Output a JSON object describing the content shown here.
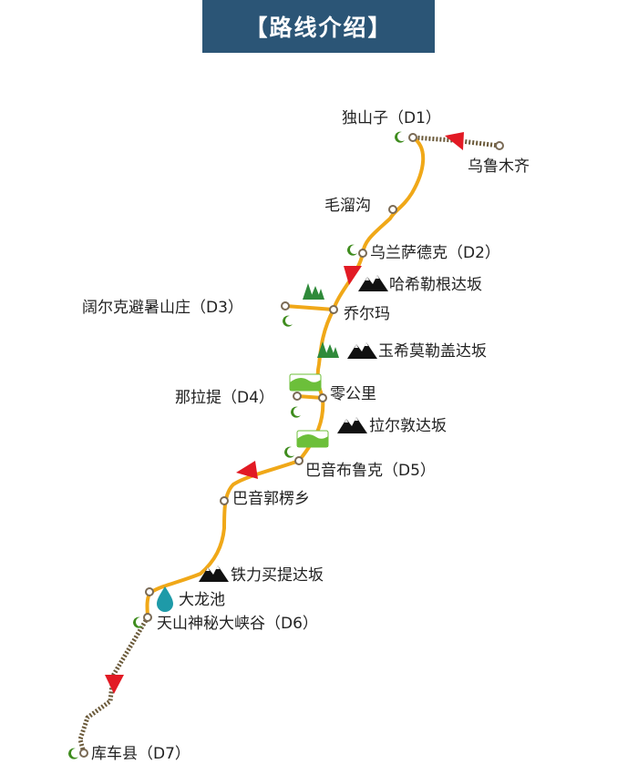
{
  "title": "【路线介绍】",
  "colors": {
    "title_bg": "#2b5576",
    "route_road": "#f0a818",
    "route_rail": "#6b5a3a",
    "arrow": "#e21a24",
    "moon": "#3f8c1e",
    "tree": "#2f8a3a",
    "meadow": "#6cbf3a",
    "mountain": "#111111",
    "lake": "#1e9aa8"
  },
  "places": [
    {
      "name": "乌鲁木齐",
      "icons": []
    },
    {
      "name": "独山子（D1）",
      "icons": [
        "moon-icon"
      ]
    },
    {
      "name": "毛溜沟",
      "icons": []
    },
    {
      "name": "乌兰萨德克（D2）",
      "icons": [
        "moon-icon"
      ]
    },
    {
      "name": "哈希勒根达坂",
      "icons": [
        "mountain-icon"
      ]
    },
    {
      "name": "阔尔克避暑山庄（D3）",
      "icons": [
        "tree-icon",
        "moon-icon"
      ]
    },
    {
      "name": "乔尔玛",
      "icons": []
    },
    {
      "name": "玉希莫勒盖达坂",
      "icons": [
        "tree-icon",
        "mountain-icon"
      ]
    },
    {
      "name": "那拉提（D4）",
      "icons": [
        "meadow-icon",
        "moon-icon"
      ]
    },
    {
      "name": "零公里",
      "icons": []
    },
    {
      "name": "拉尔敦达坂",
      "icons": [
        "mountain-icon"
      ]
    },
    {
      "name": "巴音布鲁克（D5）",
      "icons": [
        "meadow-icon",
        "moon-icon"
      ]
    },
    {
      "name": "巴音郭楞乡",
      "icons": []
    },
    {
      "name": "铁力买提达坂",
      "icons": [
        "mountain-icon"
      ]
    },
    {
      "name": "大龙池",
      "icons": [
        "lake-icon"
      ]
    },
    {
      "name": "天山神秘大峡谷（D6）",
      "icons": [
        "moon-icon"
      ]
    },
    {
      "name": "库车县（D7）",
      "icons": [
        "moon-icon"
      ]
    }
  ]
}
